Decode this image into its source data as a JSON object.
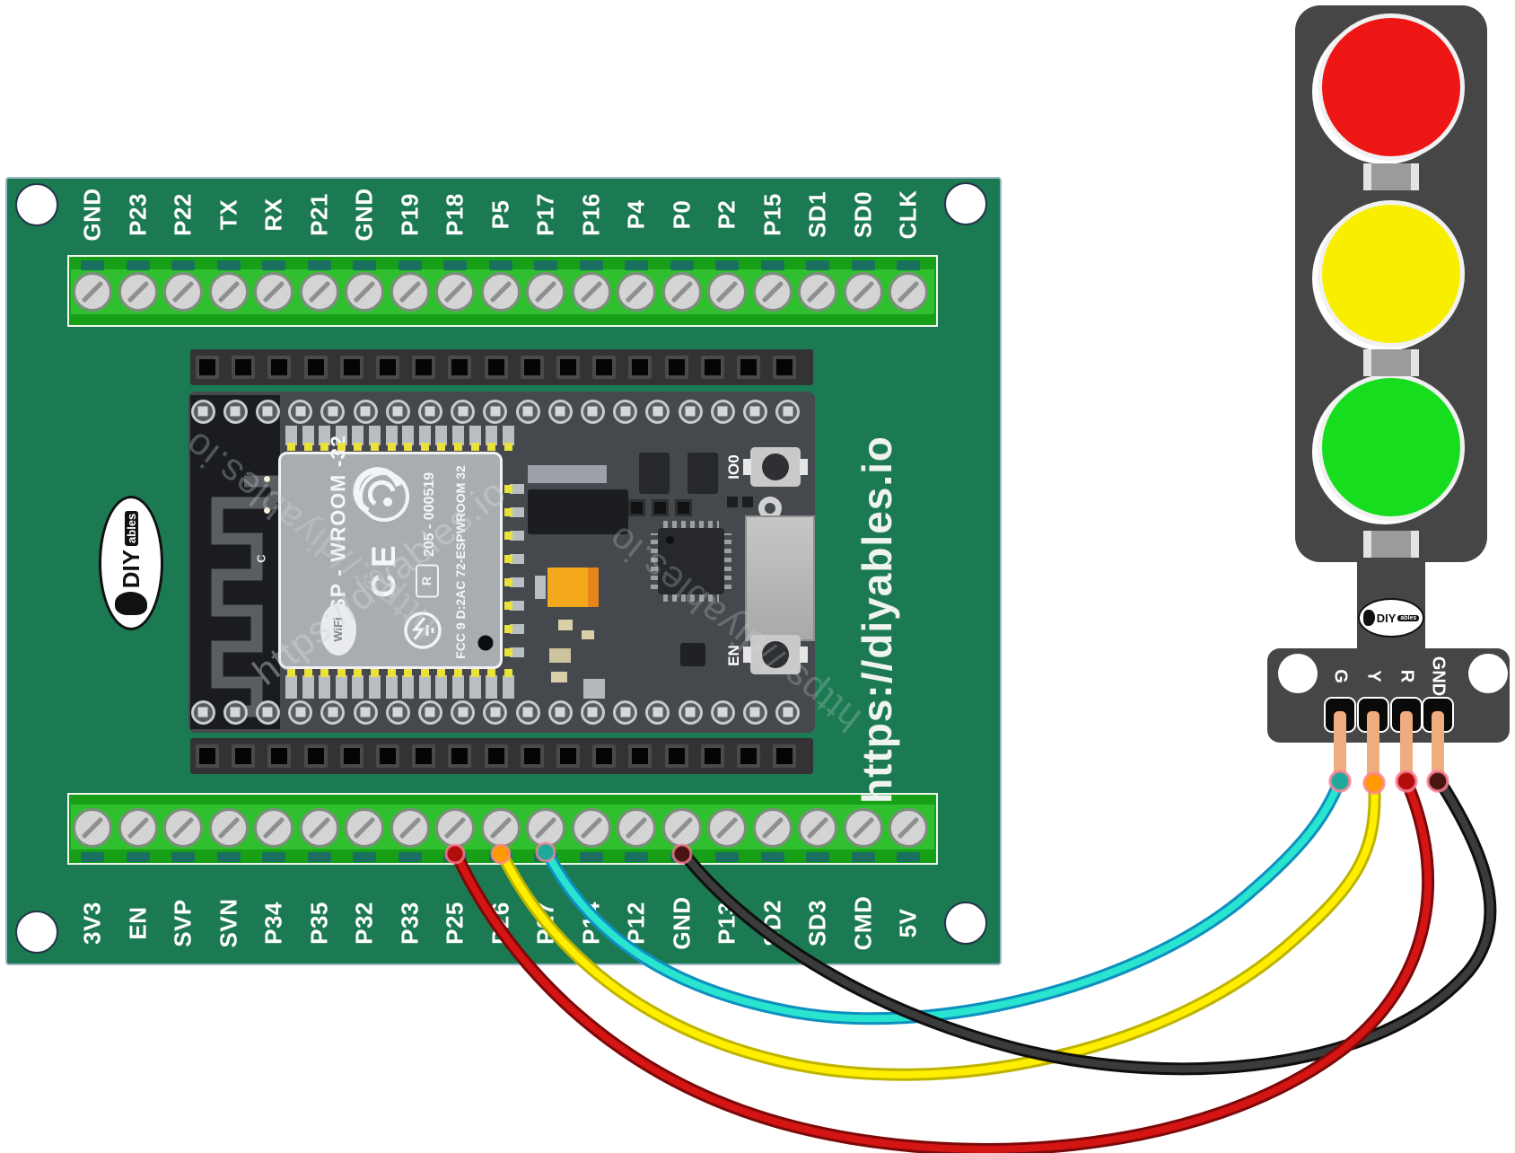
{
  "diagram_title": "ESP32 expansion board wired to traffic light LED module",
  "expansion_board": {
    "top_pins": [
      "GND",
      "P23",
      "P22",
      "TX",
      "RX",
      "P21",
      "GND",
      "P19",
      "P18",
      "P5",
      "P17",
      "P16",
      "P4",
      "P0",
      "P2",
      "P15",
      "SD1",
      "SD0",
      "CLK"
    ],
    "bottom_pins": [
      "3V3",
      "EN",
      "SVP",
      "SVN",
      "P34",
      "P35",
      "P32",
      "P33",
      "P25",
      "P26",
      "P27",
      "P14",
      "P12",
      "GND",
      "P13",
      "SD2",
      "SD3",
      "CMD",
      "5V"
    ],
    "watermark": "https://diyables.io",
    "side_url": "https://diyables.io",
    "logo": {
      "main": "DIY",
      "sub": "ables"
    },
    "colors": {
      "board_green": "#1c7a52",
      "terminal_green": "#17a017",
      "terminal_band": "#2fbf2f"
    }
  },
  "esp32": {
    "shield_title": "ESP - WROOM -32",
    "shield_serial": "205 - 000519",
    "shield_r_mark": "R",
    "shield_fcc": "FCC 9 D:2AC 72-ESPWROOM 32",
    "ce_mark": "CE",
    "wifi_badge": "WiFi",
    "chip_mark": "C",
    "button_io0": "IO0",
    "button_en": "EN"
  },
  "traffic_light": {
    "pins": [
      "G",
      "Y",
      "R",
      "GND"
    ],
    "lights": [
      {
        "name": "red",
        "color": "#ee1515"
      },
      {
        "name": "yellow",
        "color": "#f8ef00"
      },
      {
        "name": "green",
        "color": "#16dd1d"
      }
    ],
    "logo": {
      "main": "DIY",
      "sub": "ables"
    }
  },
  "wires": [
    {
      "id": "green-signal",
      "board_pin": "P27",
      "module_pin": "G",
      "core": "#29e4cf",
      "edge": "#0e8fc0",
      "tip": "#1fa99b"
    },
    {
      "id": "yellow-signal",
      "board_pin": "P26",
      "module_pin": "Y",
      "core": "#ffee00",
      "edge": "#bdb400",
      "tip": "#ff9b00"
    },
    {
      "id": "red-signal",
      "board_pin": "P25",
      "module_pin": "R",
      "core": "#d51414",
      "edge": "#7c0909",
      "tip": "#b20d0d"
    },
    {
      "id": "ground",
      "board_pin": "GND",
      "module_pin": "GND",
      "core": "#3b3b3b",
      "edge": "#0f0f0f",
      "tip": "#4a1413"
    }
  ]
}
